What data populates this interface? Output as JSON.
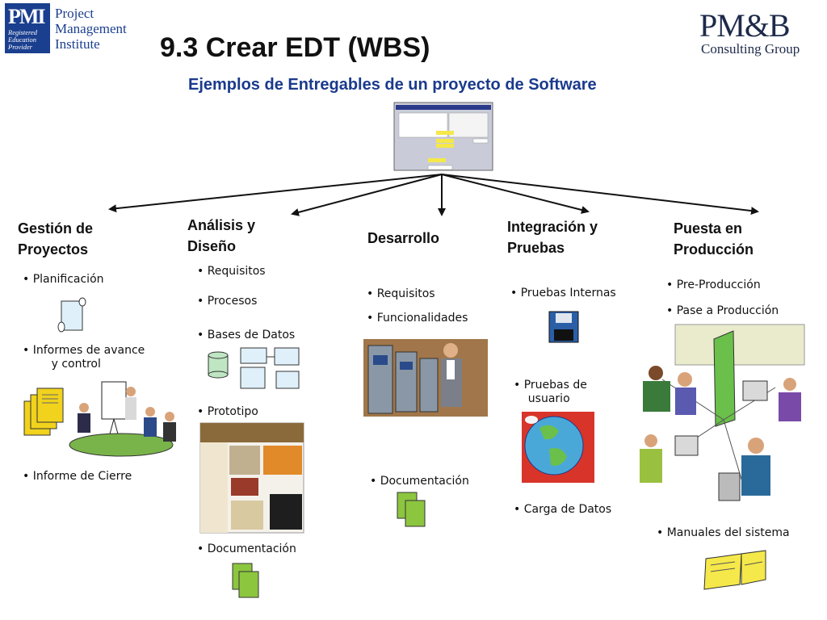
{
  "header": {
    "title": "9.3 Crear EDT (WBS)",
    "subtitle": "Ejemplos de Entregables de un proyecto de Software"
  },
  "logos": {
    "pmi": {
      "mark": "PMI",
      "registered": "Registered\nEducation\nProvider",
      "name": "Project\nManagement\nInstitute"
    },
    "pmb": {
      "name": "PM&B",
      "tagline": "Consulting Group"
    }
  },
  "categories": [
    {
      "label": "Gestión de\nProyectos",
      "items": [
        "• Planificación",
        "• Informes de avance\n        y control",
        "• Informe de Cierre"
      ]
    },
    {
      "label": "Análisis y\nDiseño",
      "items": [
        "• Requisitos",
        "• Procesos",
        "• Bases de Datos",
        "• Prototipo",
        "• Documentación"
      ]
    },
    {
      "label": "Desarrollo",
      "items": [
        "• Requisitos",
        "• Funcionalidades",
        "• Documentación"
      ]
    },
    {
      "label": "Integración y\nPruebas",
      "items": [
        "• Pruebas Internas",
        "• Pruebas de\n    usuario",
        "• Carga de Datos"
      ]
    },
    {
      "label": "Puesta en\nProducción",
      "items": [
        "• Pre-Producción",
        "• Pase a Producción",
        "• Manuales del sistema"
      ]
    }
  ],
  "colors": {
    "subtitle": "#1a3a8c",
    "pmi_blue": "#1b3f8f",
    "doc_yellow": "#f1d21c",
    "doc_green": "#8cc63f"
  }
}
